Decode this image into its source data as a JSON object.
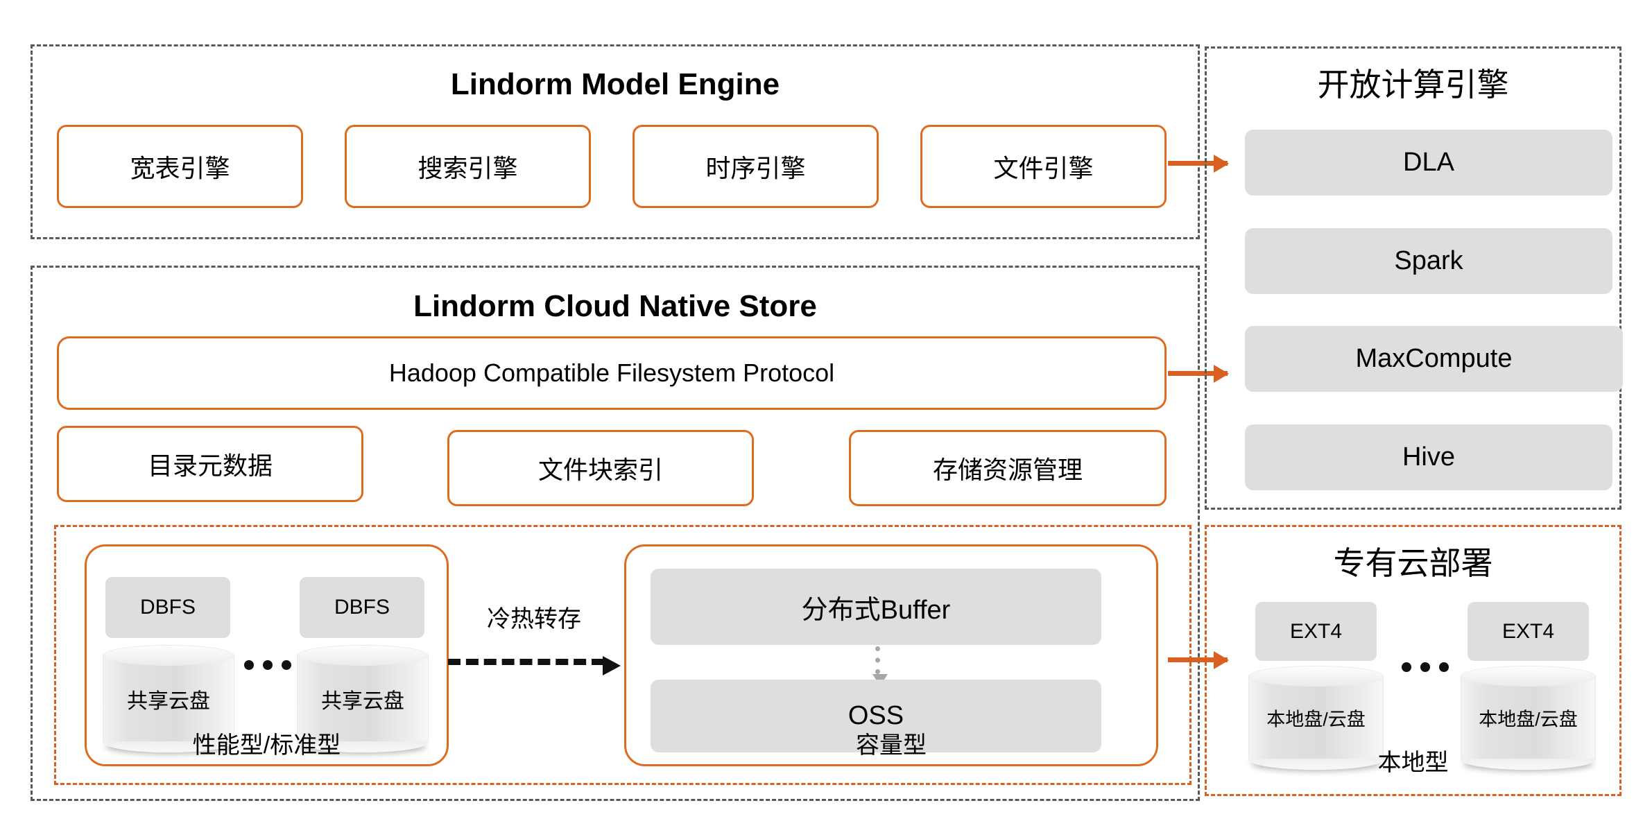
{
  "model_engine": {
    "title": "Lindorm Model Engine",
    "engines": [
      {
        "label": "宽表引擎"
      },
      {
        "label": "搜索引擎"
      },
      {
        "label": "时序引擎"
      },
      {
        "label": "文件引擎"
      }
    ]
  },
  "cloud_native_store": {
    "title": "Lindorm Cloud Native Store",
    "protocol_bar": "Hadoop Compatible Filesystem Protocol",
    "modules": [
      {
        "label": "目录元数据"
      },
      {
        "label": "文件块索引"
      },
      {
        "label": "存储资源管理"
      }
    ],
    "storage": {
      "performance_group": {
        "caption": "性能型/标准型",
        "fs_left": "DBFS",
        "fs_right": "DBFS",
        "disk_left": "共享云盘",
        "disk_right": "共享云盘",
        "ellipsis": "···"
      },
      "transfer_arrow_label": "冷热转存",
      "capacity_group": {
        "caption": "容量型",
        "buffer": "分布式Buffer",
        "object_store": "OSS"
      }
    }
  },
  "open_compute_engine": {
    "title": "开放计算引擎",
    "items": [
      {
        "label": "DLA"
      },
      {
        "label": "Spark"
      },
      {
        "label": "MaxCompute"
      },
      {
        "label": "Hive"
      }
    ]
  },
  "private_cloud_deploy": {
    "title": "专有云部署",
    "caption": "本地型",
    "fs_left": "EXT4",
    "fs_right": "EXT4",
    "disk_left": "本地盘/云盘",
    "disk_right": "本地盘/云盘",
    "ellipsis": "···"
  },
  "colors": {
    "orange": "#DE6B20",
    "orange_arrow": "#D9601F",
    "gray_box": "#DEDEDE",
    "dash_gray": "#595959"
  }
}
